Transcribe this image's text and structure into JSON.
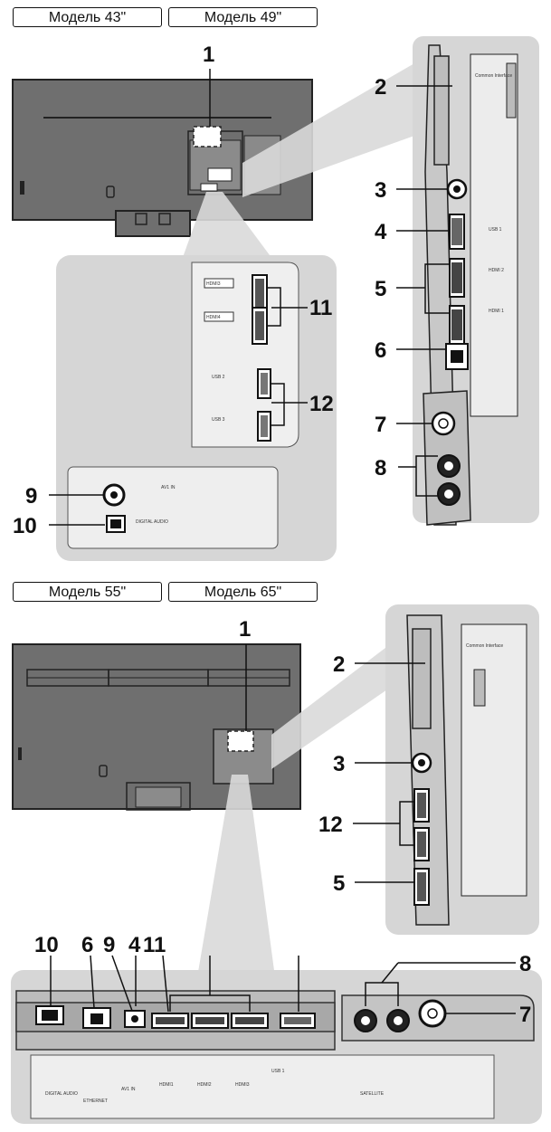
{
  "top": {
    "model_labels": [
      "Модель 43\"",
      "Модель 49\""
    ],
    "callouts": [
      "1",
      "2",
      "3",
      "4",
      "5",
      "6",
      "7",
      "8",
      "9",
      "10",
      "11",
      "12"
    ],
    "jack_labels": {
      "hdmi_top": "HDMI3",
      "hdmi_bottom": "HDMI4",
      "usb2": "USB 2",
      "usb3": "USB 3",
      "av_in": "AV1 IN",
      "digital_audio": "DIGITAL AUDIO",
      "common_interface": "Common Interface",
      "usb1": "USB 1",
      "hdmi2": "HDMI 2",
      "hdmi1": "HDMI 1"
    }
  },
  "bottom": {
    "model_labels": [
      "Модель 55\"",
      "Модель 65\""
    ],
    "callouts": [
      "1",
      "2",
      "3",
      "12",
      "5",
      "10",
      "6",
      "9",
      "4",
      "11",
      "8",
      "7"
    ],
    "jack_labels": {
      "digital_audio": "DIGITAL AUDIO",
      "ethernet": "ETHERNET",
      "av_in": "AV1 IN",
      "hdmi1": "HDMI1",
      "hdmi2": "HDMI2",
      "hdmi3": "HDMI3",
      "usb1": "USB 1",
      "satellite": "SATELLITE",
      "common_interface": "Common Interface"
    }
  },
  "colors": {
    "panel": "#d6d6d6",
    "tv_back": "#6e6e6e",
    "ink": "#111111"
  }
}
